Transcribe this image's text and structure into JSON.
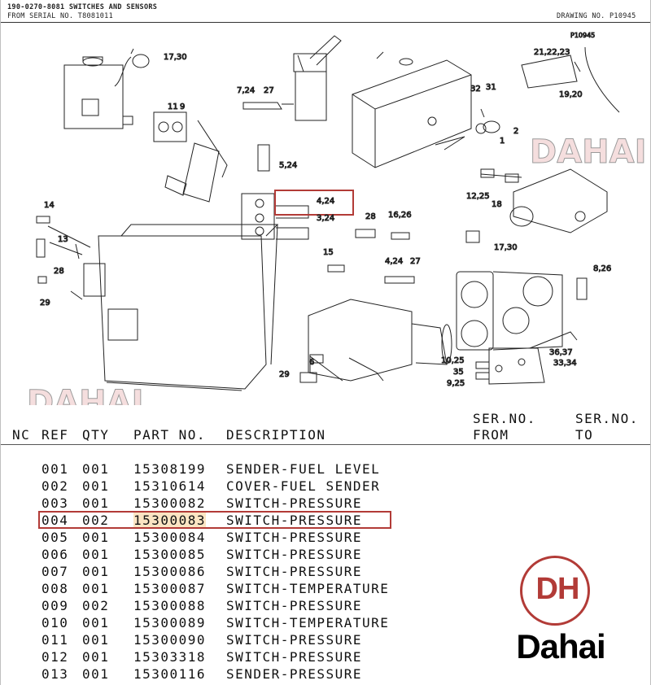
{
  "header": {
    "title": "190-0270-8081 SWITCHES AND SENSORS",
    "serial": "FROM SERIAL NO. T8081011",
    "drawing": "DRAWING NO. P10945"
  },
  "diagram": {
    "drawing_ref": "P10945",
    "callouts": [
      "17,30",
      "11",
      "9",
      "7,24",
      "27",
      "5,24",
      "4,24",
      "3,24",
      "32",
      "31",
      "2",
      "1",
      "21,22,23",
      "19,20",
      "12,25",
      "18",
      "14",
      "13",
      "28",
      "29",
      "16,26",
      "28",
      "15",
      "17,30",
      "4,24",
      "27",
      "8,26",
      "6",
      "29",
      "10,25",
      "35",
      "9,25",
      "36,37",
      "33,34"
    ],
    "highlighted_callout": "4,24",
    "watermarks": [
      "DAHAI",
      "DAHAI"
    ]
  },
  "table": {
    "headers": {
      "nc": "NC",
      "ref": "REF",
      "qty": "QTY",
      "part": "PART NO.",
      "desc": "DESCRIPTION",
      "ser": "SER.NO.",
      "from": "FROM",
      "ser2": "SER.NO.",
      "to": "TO"
    },
    "rows": [
      {
        "ref": "001",
        "qty": "001",
        "part": "15308199",
        "desc": "SENDER-FUEL LEVEL"
      },
      {
        "ref": "002",
        "qty": "001",
        "part": "15310614",
        "desc": "COVER-FUEL SENDER"
      },
      {
        "ref": "003",
        "qty": "001",
        "part": "15300082",
        "desc": "SWITCH-PRESSURE"
      },
      {
        "ref": "004",
        "qty": "002",
        "part": "15300083",
        "desc": "SWITCH-PRESSURE"
      },
      {
        "ref": "005",
        "qty": "001",
        "part": "15300084",
        "desc": "SWITCH-PRESSURE"
      },
      {
        "ref": "006",
        "qty": "001",
        "part": "15300085",
        "desc": "SWITCH-PRESSURE"
      },
      {
        "ref": "007",
        "qty": "001",
        "part": "15300086",
        "desc": "SWITCH-PRESSURE"
      },
      {
        "ref": "008",
        "qty": "001",
        "part": "15300087",
        "desc": "SWITCH-TEMPERATURE"
      },
      {
        "ref": "009",
        "qty": "002",
        "part": "15300088",
        "desc": "SWITCH-PRESSURE"
      },
      {
        "ref": "010",
        "qty": "001",
        "part": "15300089",
        "desc": "SWITCH-TEMPERATURE"
      },
      {
        "ref": "011",
        "qty": "001",
        "part": "15300090",
        "desc": "SWITCH-PRESSURE"
      },
      {
        "ref": "012",
        "qty": "001",
        "part": "15303318",
        "desc": "SWITCH-PRESSURE"
      },
      {
        "ref": "013",
        "qty": "001",
        "part": "15300116",
        "desc": "SENDER-PRESSURE"
      }
    ],
    "highlighted_row": "004"
  },
  "logo": {
    "mark": "DH",
    "name": "Dahai"
  },
  "colors": {
    "accent": "#b23b37",
    "highlight": "#fbe5c3",
    "watermark": "#e9b7b7"
  }
}
